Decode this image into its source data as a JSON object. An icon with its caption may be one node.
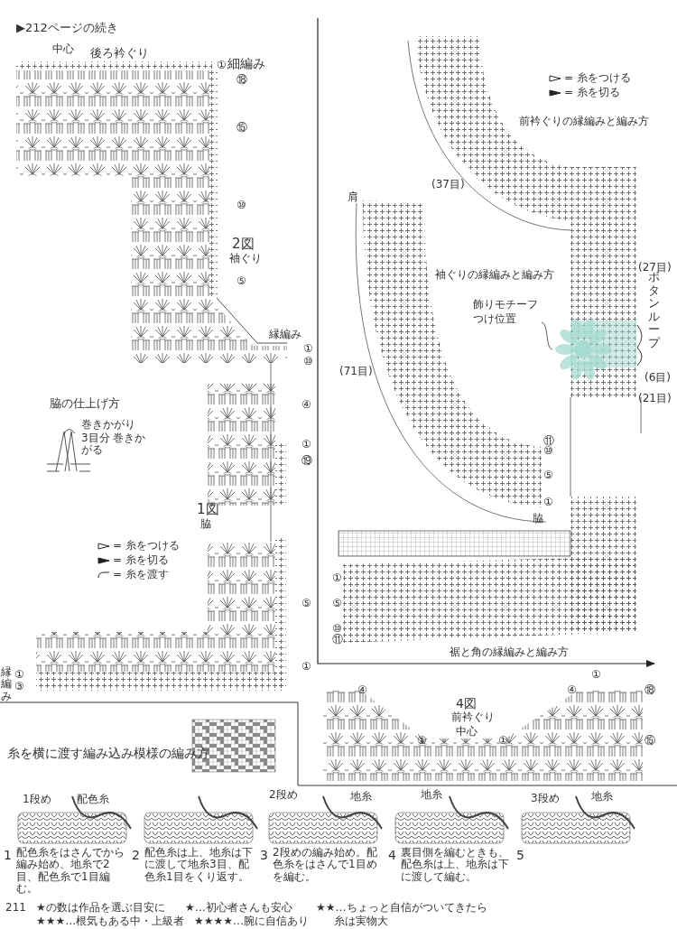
{
  "diagram": {
    "nodes": [
      {
        "text": [
          "飾りモチーフつけ位置"
        ]
      },
      {
        "text": [],
        "shape": "picture"
      }
    ],
    "edges": [
      {
        "from": 0,
        "to": 1,
        "arrow": "none"
      }
    ],
    "labels": [
      "▶212ページの続き",
      "中心",
      "後ろ衿ぐり",
      "①",
      "細編み",
      "⑱",
      "⑮",
      "⑩",
      "2図",
      "袖ぐり",
      "⑤",
      "縁編み",
      "①",
      "⑩",
      "脇の仕上げ方",
      "巻きかがり",
      "3目分 巻きかがる",
      "④",
      "①",
      "⑲",
      "1図",
      "脇",
      "⑤",
      "①",
      "縁編み",
      "①",
      "③",
      "前衿ぐりの縁編みと編み方",
      "(37目)",
      "肩",
      "袖ぐりの縁編みと編み方",
      "(27目)",
      "ボタンループ",
      "(6目)",
      "(71目)",
      "(21目)",
      "⑪",
      "⑩",
      "⑤",
      "①",
      "脇",
      "①",
      "⑤",
      "⑩",
      "⑪",
      "裾と角の縁編みと編み方",
      "④",
      "①",
      "④",
      "⑱",
      "4図",
      "前衿ぐり",
      "中心",
      "①",
      "①",
      "⑮",
      "糸を横に渡す編み込み模様の編み方",
      "1段め",
      "配色糸",
      "1",
      "配色糸をはさんでから編み始め、地糸で2目、配色糸で1目編む。",
      "2",
      "配色糸は上、地糸は下に渡して地糸3目、配色糸1目をくり返す。",
      "2段め",
      "地糸",
      "3",
      "2段めの編み始め。配色糸をはさんで1目めを編む。",
      "地糸",
      "4",
      "裏目側を編むときも、配色糸は上、地糸は下に渡して編む。",
      "3段め",
      "地糸",
      "5",
      "211",
      "★の数は作品を選ぶ目安に",
      "★…初心者さんも安心",
      "★★…ちょっと自信がついてきたら",
      "★★★…根気もある中・上級者",
      "★★★★…腕に自信あり",
      "糸は実物大"
    ],
    "legend": [
      {
        "text": "= 糸をつける"
      },
      {
        "text": "= 糸を切る"
      },
      {
        "text": "= 糸を渡す"
      },
      {
        "text": "= 糸をつける"
      },
      {
        "text": "= 糸を切る"
      }
    ]
  }
}
